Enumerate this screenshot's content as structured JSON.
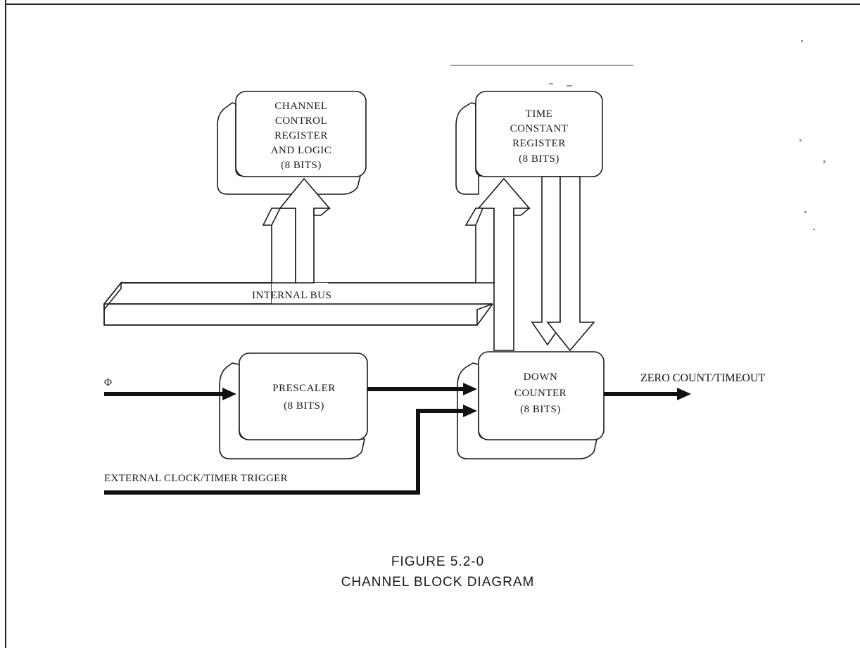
{
  "figure": {
    "number": "FIGURE 5.2-0",
    "title": "CHANNEL BLOCK DIAGRAM"
  },
  "blocks": {
    "channel_control": {
      "lines": [
        "CHANNEL",
        "CONTROL",
        "REGISTER",
        "AND LOGIC",
        "(8 BITS)"
      ]
    },
    "time_constant": {
      "lines": [
        "TIME",
        "CONSTANT",
        "REGISTER",
        "(8 BITS)"
      ]
    },
    "prescaler": {
      "lines": [
        "PRESCALER",
        "(8 BITS)"
      ]
    },
    "down_counter": {
      "lines": [
        "DOWN",
        "COUNTER",
        "(8 BITS)"
      ]
    }
  },
  "bus": {
    "label": "INTERNAL BUS"
  },
  "signals": {
    "phi_input": "Φ",
    "external_clock": "EXTERNAL CLOCK/TIMER TRIGGER",
    "zero_count": "ZERO COUNT/TIMEOUT"
  }
}
